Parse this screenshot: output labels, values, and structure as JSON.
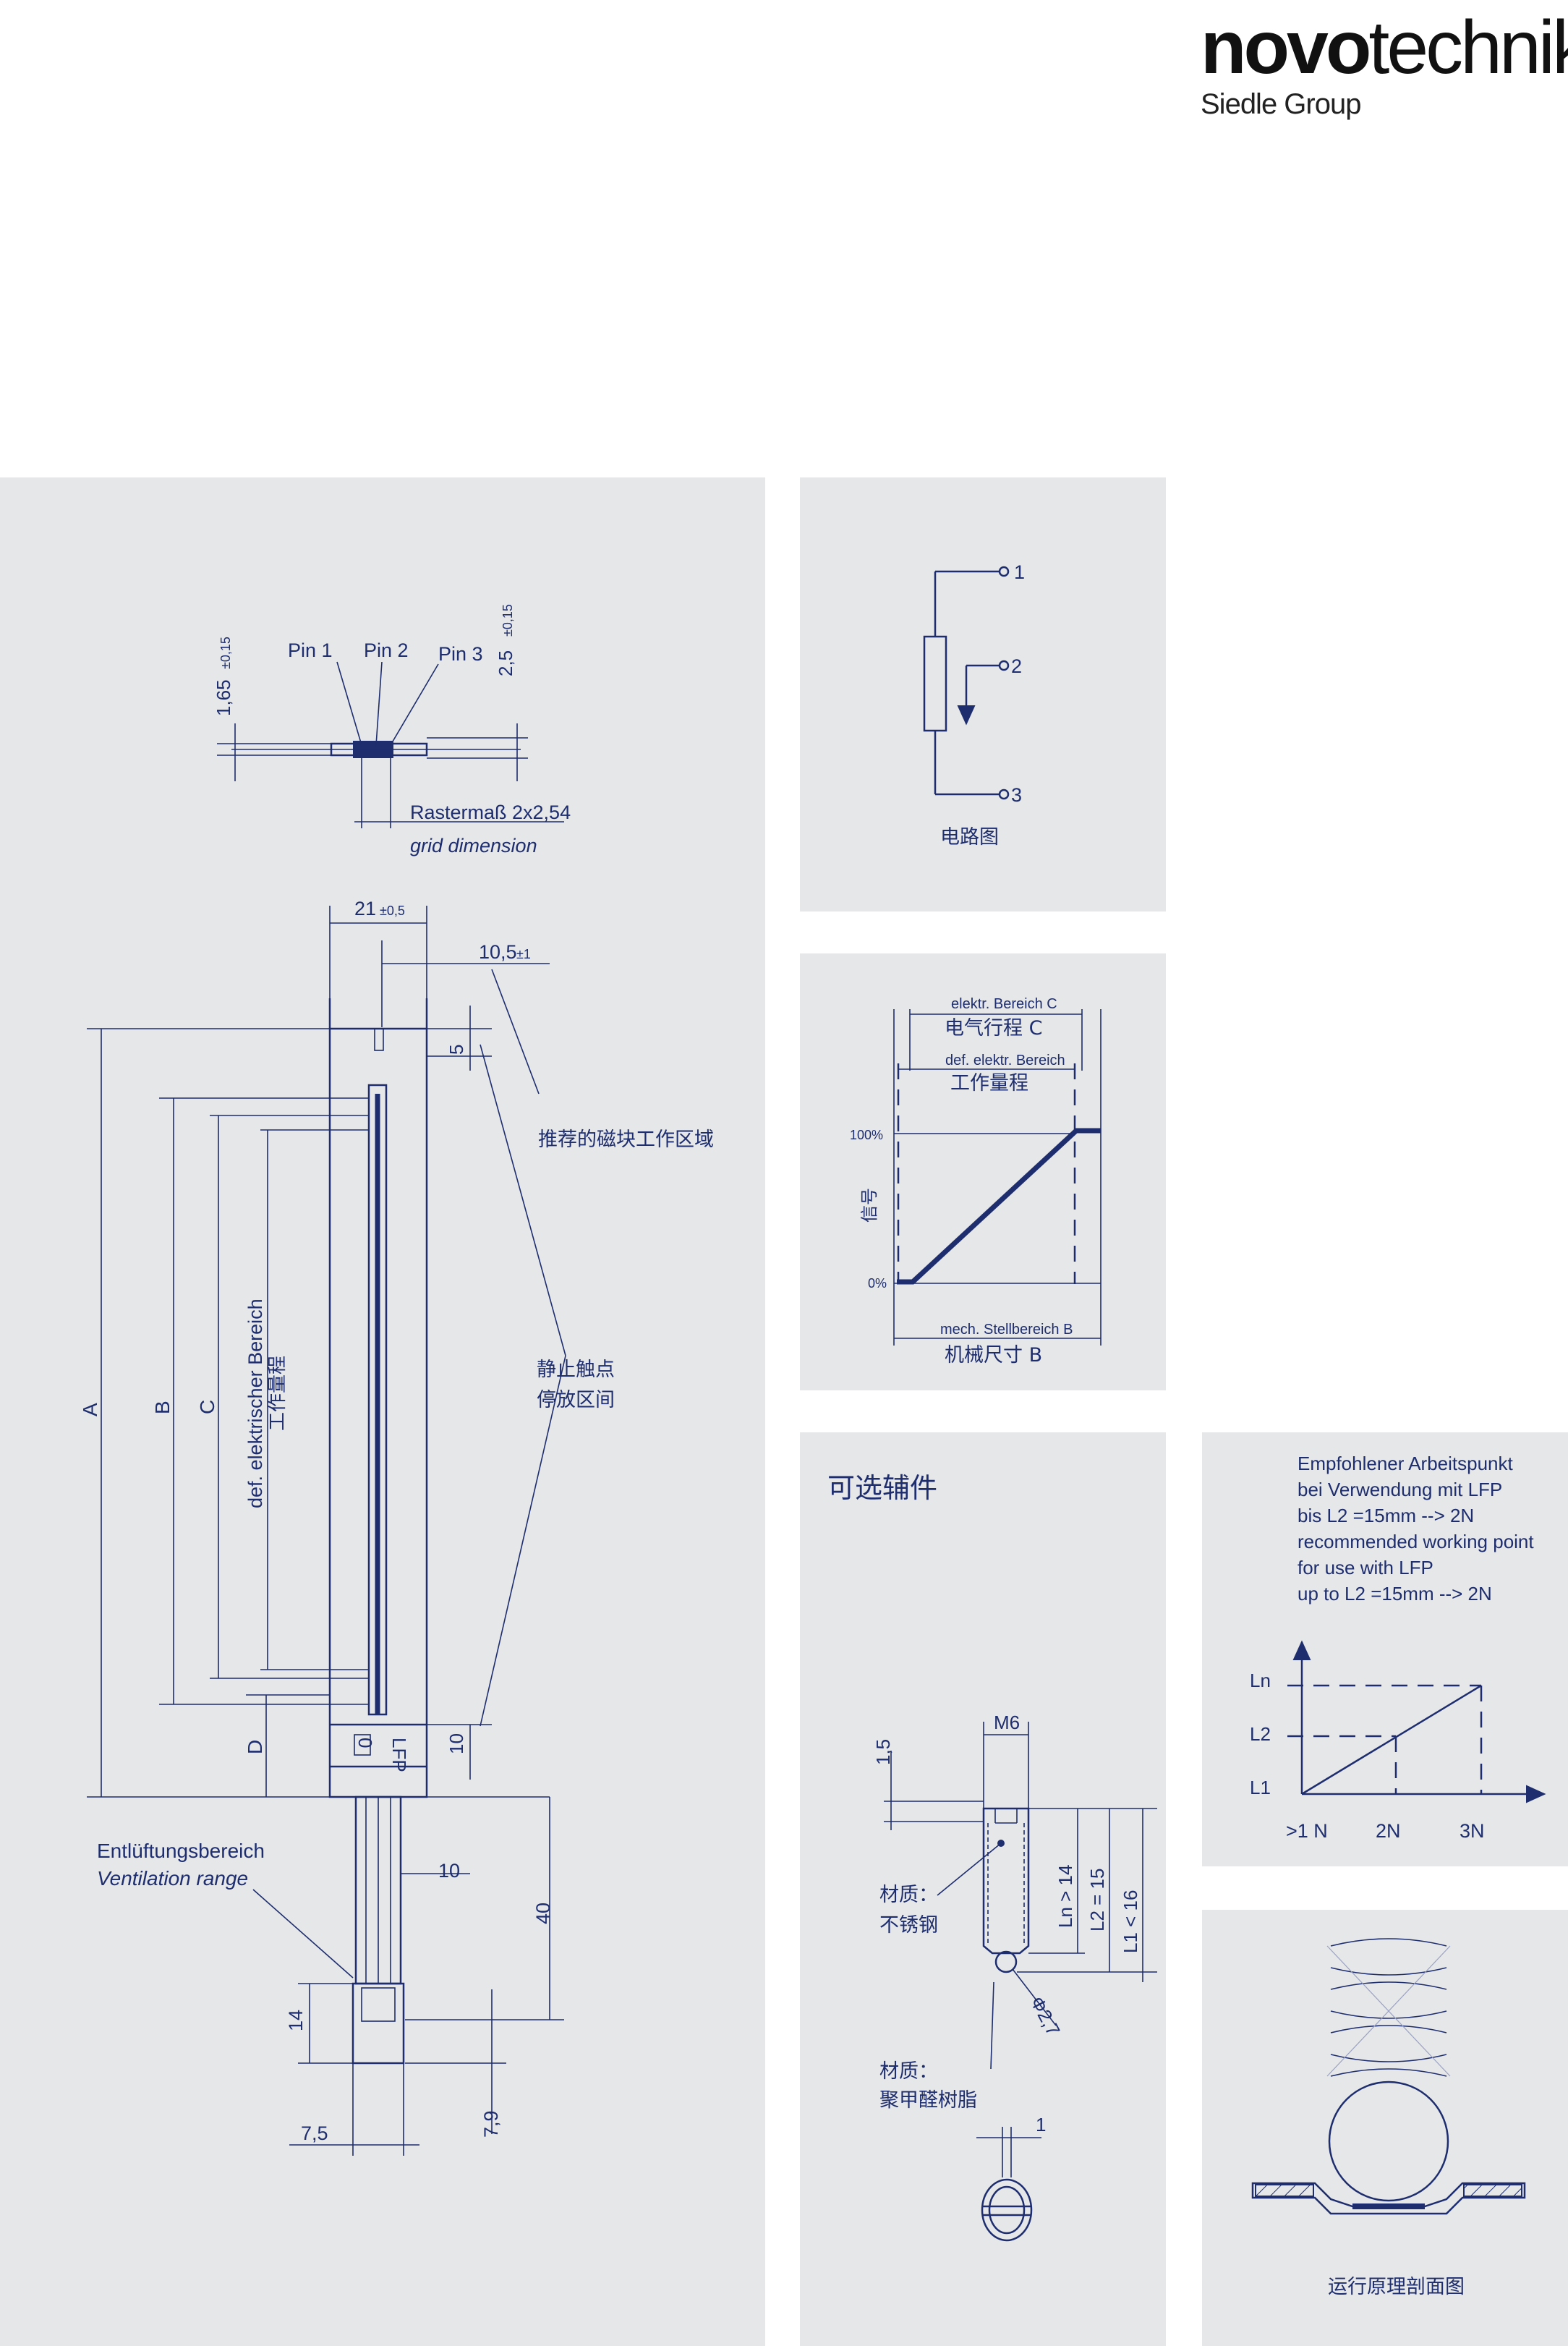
{
  "logo": {
    "brand_bold": "novo",
    "brand_light": "technik",
    "subtitle": "Siedle Group"
  },
  "pins": {
    "pin1": "Pin 1",
    "pin2": "Pin 2",
    "pin3": "Pin 3",
    "dim_h": "1,65",
    "dim_h_tol": "±0,15",
    "dim_w": "2,5",
    "dim_w_tol": "±0,15",
    "raster": "Rastermaß 2x2,54",
    "grid": "grid dimension"
  },
  "main_drawing": {
    "width": "21",
    "width_tol": "±0,5",
    "offset": "10,5",
    "offset_tol": "±1",
    "five": "5",
    "ten_lfp": "10",
    "lfp": "LFP",
    "zero": "0",
    "labels": {
      "a": "A",
      "b": "B",
      "c": "C",
      "d": "D"
    },
    "def_bereich": "def. elektrischer Bereich",
    "work_range_cn": "工作量程",
    "magnet_area_cn": "推荐的磁块工作区域",
    "rest_line1_cn": "静止触点",
    "rest_line2_cn": "停放区间",
    "vent_de": "Entlüftungsbereich",
    "vent_en": "Ventilation range",
    "dim_10": "10",
    "dim_40": "40",
    "dim_14": "14",
    "dim_79": "7,9",
    "dim_75": "7,5"
  },
  "circuit": {
    "pin1": "1",
    "pin2": "2",
    "pin3": "3",
    "caption_cn": "电路图"
  },
  "signal": {
    "elektr_c": "elektr. Bereich C",
    "elektr_c_cn": "电气行程 C",
    "def_bereich": "def. elektr. Bereich",
    "def_cn": "工作量程",
    "p100": "100%",
    "p0": "0%",
    "signal_cn": "信号",
    "mech_b": "mech. Stellbereich B",
    "mech_b_cn": "机械尺寸 B"
  },
  "accessory": {
    "title_cn": "可选辅件",
    "m6": "M6",
    "dim_15": "1,5",
    "ln": "Ln > 14",
    "l2": "L2 = 15",
    "l1": "L1 < 16",
    "material1": "材质：",
    "material1_val": "不锈钢",
    "phi": "Φ2,7",
    "material2": "材质：",
    "material2_val": "聚甲醛树脂",
    "dim_1": "1"
  },
  "working_point": {
    "line1": "Empfohlener Arbeitspunkt",
    "line2": "bei Verwendung mit LFP",
    "line3": "bis L2 =15mm --> 2N",
    "line4": "recommended working point",
    "line5": "for use with LFP",
    "line6": "up to L2 =15mm --> 2N",
    "ln": "Ln",
    "l2": "L2",
    "l1": "L1",
    "x1": ">1 N",
    "x2": "2N",
    "x3": "3N"
  },
  "principle": {
    "caption_cn": "运行原理剖面图"
  }
}
